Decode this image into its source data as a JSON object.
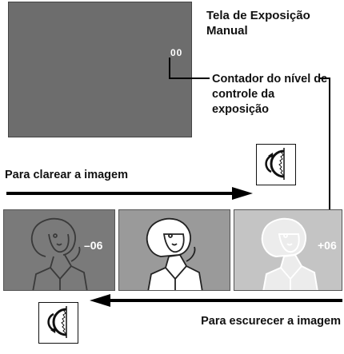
{
  "screen": {
    "title": "Tela de Exposição Manual",
    "counter_value": "00",
    "counter_label": "Contador do nível de controle da exposição"
  },
  "brighten": {
    "caption": "Para clarear a imagem"
  },
  "darken": {
    "caption": "Para escurecer a imagem"
  },
  "panels": [
    {
      "value": "–06",
      "background": "#7a7a7a"
    },
    {
      "value": "",
      "background": "#9a9a9a"
    },
    {
      "value": "+06",
      "background": "#c4c4c4"
    }
  ],
  "icons": {
    "dial": "exposure-dial-icon",
    "arrow": "arrow-icon"
  }
}
